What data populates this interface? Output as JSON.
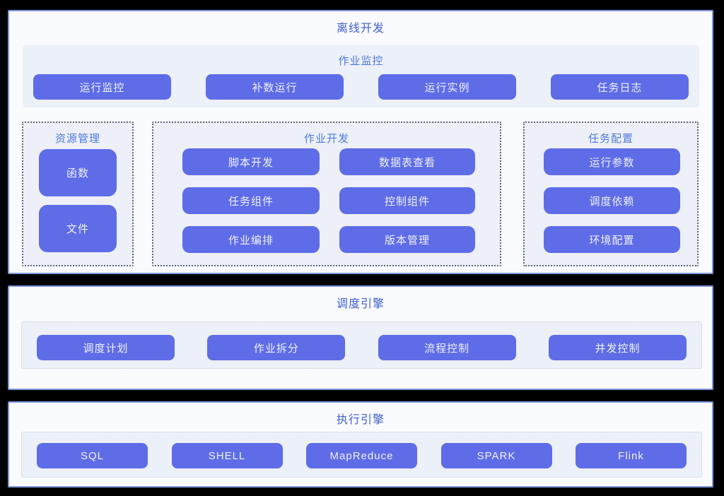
{
  "colors": {
    "pageBg": "#000000",
    "panelBg": "#fafbfe",
    "panelBorder": "#7d97dc",
    "panelTitle": "#3e5ecf",
    "sectionTitle": "#4f7ade",
    "stripBg": "#ecf0f8",
    "boxBg": "#edf0f8",
    "node": "#5e6ce7",
    "nodeText": "#eff2fd",
    "darkDots": "#5c6476",
    "lightDots": "#c5cde0"
  },
  "panels": {
    "offline": {
      "title": "离线开发",
      "monitor": {
        "title": "作业监控",
        "buttons": [
          "运行监控",
          "补数运行",
          "运行实例",
          "任务日志"
        ]
      },
      "resource": {
        "title": "资源管理",
        "buttons": [
          "函数",
          "文件"
        ]
      },
      "dev": {
        "title": "作业开发",
        "buttons": [
          "脚本开发",
          "数据表查看",
          "任务组件",
          "控制组件",
          "作业编排",
          "版本管理"
        ]
      },
      "config": {
        "title": "任务配置",
        "buttons": [
          "运行参数",
          "调度依赖",
          "环境配置"
        ]
      }
    },
    "schedule": {
      "title": "调度引擎",
      "buttons": [
        "调度计划",
        "作业拆分",
        "流程控制",
        "并发控制"
      ]
    },
    "execute": {
      "title": "执行引擎",
      "buttons": [
        "SQL",
        "SHELL",
        "MapReduce",
        "SPARK",
        "Flink"
      ]
    }
  }
}
